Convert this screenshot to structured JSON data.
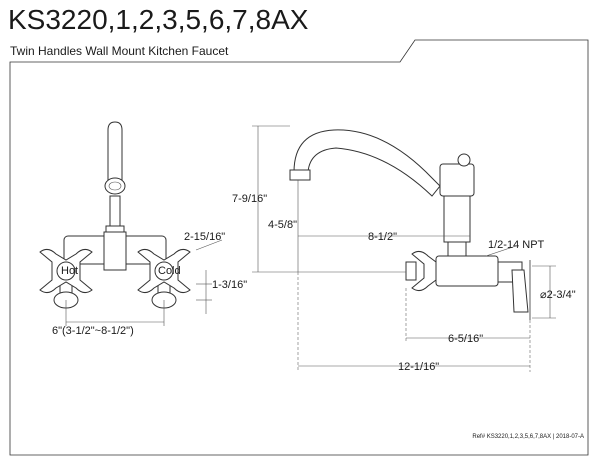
{
  "header": {
    "model_title": "KS3220,1,2,3,5,6,7,8AX",
    "subtitle": "Twin Handles Wall Mount Kitchen Faucet"
  },
  "front_view": {
    "dim_handle_spread": "6\"(3-1/2\"~8-1/2\")",
    "dim_handle_width": "2-15/16\"",
    "dim_handle_height": "1-3/16\""
  },
  "side_view": {
    "dim_total_height": "7-9/16\"",
    "dim_spout_height": "4-5/8\"",
    "dim_spout_reach": "8-1/2\"",
    "dim_connection": "1/2-14 NPT",
    "dim_flange_dia": "⌀2-3/4\"",
    "dim_body_depth": "6-5/16\"",
    "dim_total_depth": "12-1/16\""
  },
  "footer": {
    "reference": "Ref# KS3220,1,2,3,5,6,7,8AX | 2018-07-A"
  }
}
